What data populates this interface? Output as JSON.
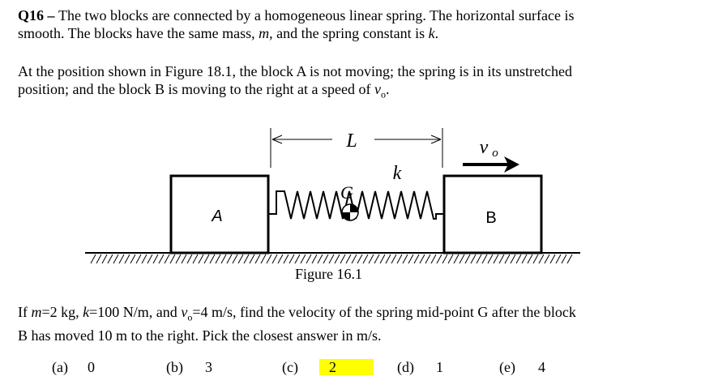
{
  "question": {
    "label": "Q16 – ",
    "line1_text": "The two blocks are connected by a homogeneous linear spring.  The horizontal surface is",
    "line2_pre": "smooth.  The blocks have the same mass, ",
    "line2_m": "m",
    "line2_mid": ", and the spring constant is ",
    "line2_k": "k",
    "line2_end": "."
  },
  "setup": {
    "line1": "At the position shown in Figure 18.1, the block A is not moving; the spring is in its unstretched",
    "line2_pre": "position; and the block B is moving to the right at a speed of ",
    "line2_v": "v",
    "line2_sub": "o",
    "line2_end": "."
  },
  "figure": {
    "caption": "Figure 16.1",
    "label_L": "L",
    "label_k": "k",
    "label_G": "G",
    "label_A": "A",
    "label_B": "B",
    "label_v": "v",
    "label_v_sub": "o"
  },
  "prompt": {
    "line1_a": "If ",
    "line1_m": "m",
    "line1_b": "=2 kg, ",
    "line1_k": "k",
    "line1_c": "=100 N/m, and ",
    "line1_v": "v",
    "line1_vsub": "o",
    "line1_d": "=4 m/s, find the velocity of the spring mid-point G after the block",
    "line2": "B has moved 10 m to the right.  Pick the closest answer in m/s."
  },
  "choices": [
    {
      "label": "(a)",
      "value": "0",
      "highlighted": false
    },
    {
      "label": "(b)",
      "value": "3",
      "highlighted": false
    },
    {
      "label": "(c)",
      "value": "2",
      "highlighted": true
    },
    {
      "label": "(d)",
      "value": "1",
      "highlighted": false
    },
    {
      "label": "(e)",
      "value": "4",
      "highlighted": false
    }
  ],
  "colors": {
    "highlight": "#ffff00",
    "ink": "#000000"
  }
}
